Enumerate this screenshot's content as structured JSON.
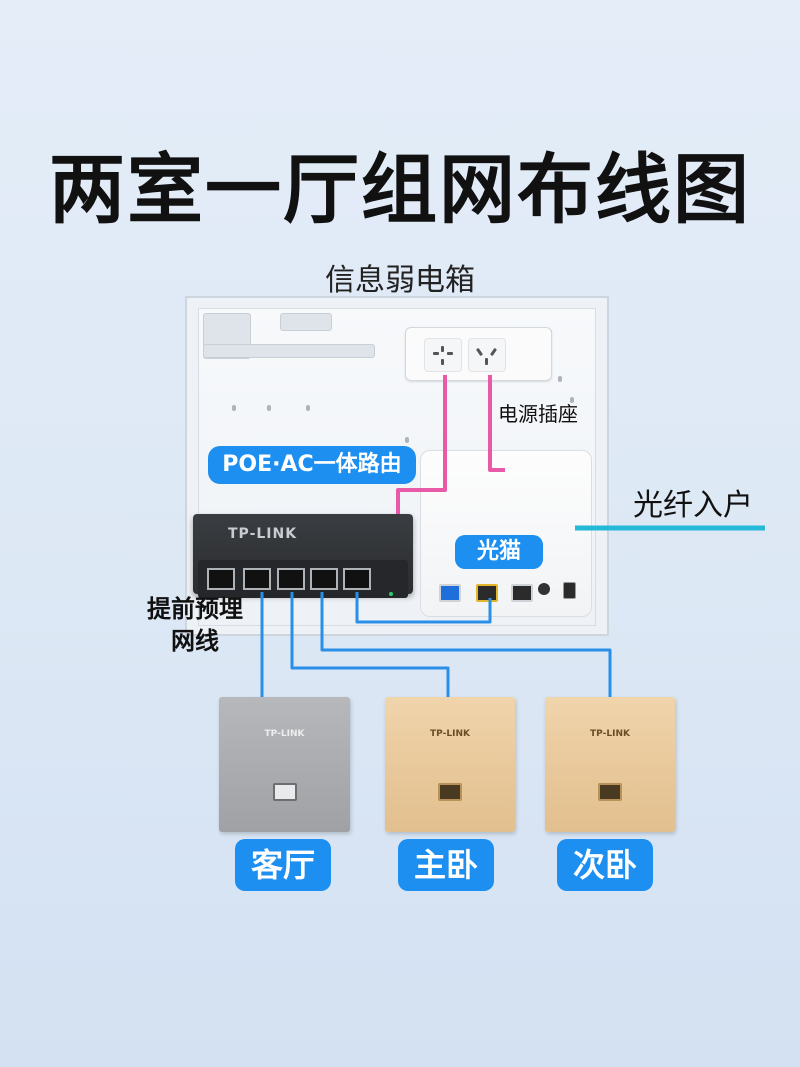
{
  "title": "两室一厅组网布线图",
  "box_label": "信息弱电箱",
  "labels": {
    "poe_router": "POE·AC一体路由",
    "optical_modem": "光猫",
    "power_strip": "电源插座",
    "fiber_in": "光纤入户",
    "prewire_line1": "提前预埋",
    "prewire_line2": "网线"
  },
  "devices": {
    "router_brand": "TP-LINK",
    "panel_brand": "TP-LINK"
  },
  "rooms": [
    {
      "label": "客厅",
      "panel_color": "silver"
    },
    {
      "label": "主卧",
      "panel_color": "gold"
    },
    {
      "label": "次卧",
      "panel_color": "gold"
    }
  ],
  "colors": {
    "accent_blue": "#1d8ff0",
    "network_cable": "#2a8fe8",
    "power_cable": "#e85aa8",
    "fiber_cable": "#25b9d8",
    "panel_silver": "#a8aaad",
    "panel_gold": "#e8c79a"
  }
}
